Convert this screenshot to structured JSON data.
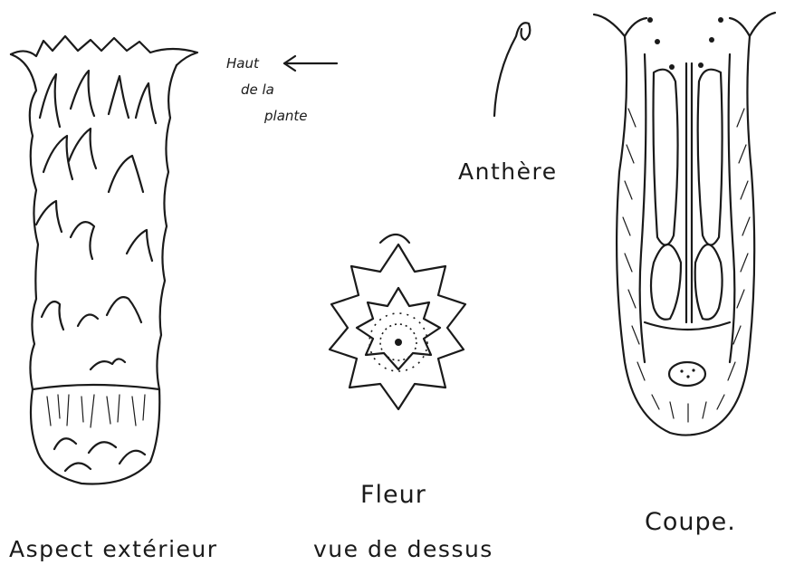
{
  "labels": {
    "haut_line1": "Haut",
    "haut_line2": "de la",
    "haut_line3": "plante",
    "anthere": "Anthère",
    "fleur": "Fleur",
    "vue_dessus": "vue de dessus",
    "aspect": "Aspect extérieur",
    "coupe": "Coupe."
  },
  "style": {
    "ink_color": "#1a1a1a",
    "background": "#ffffff"
  }
}
